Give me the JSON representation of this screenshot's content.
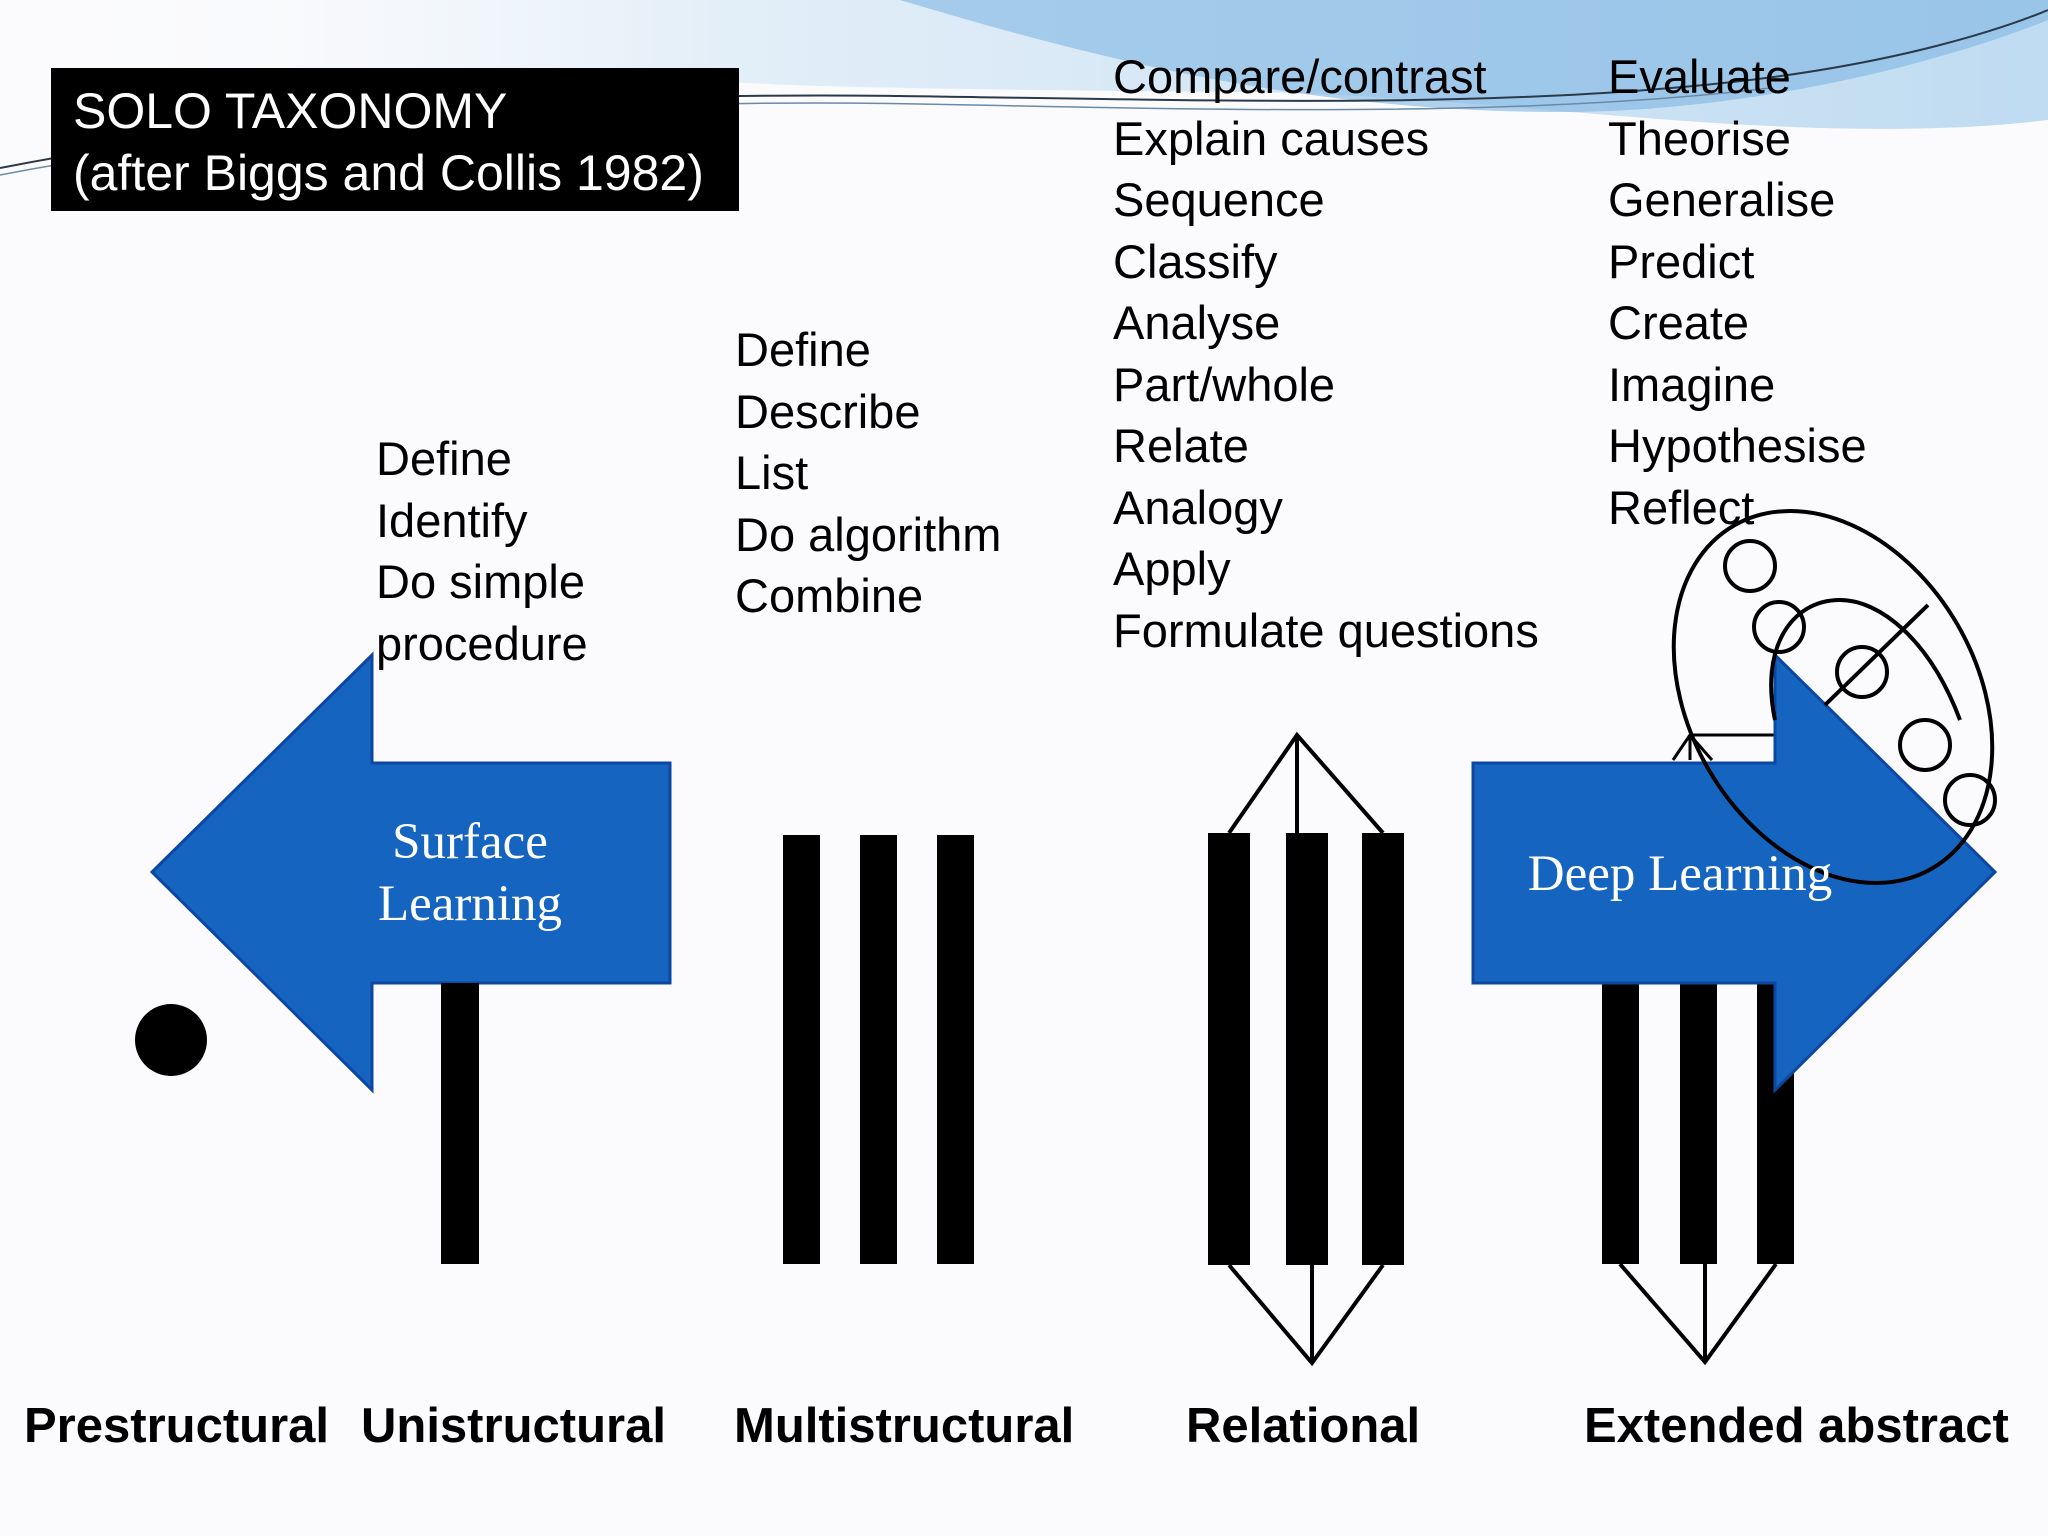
{
  "title": {
    "line1": "SOLO TAXONOMY",
    "line2": "(after Biggs and Collis 1982)"
  },
  "verbs": {
    "unistructural": [
      "Define",
      "Identify",
      "Do simple",
      "procedure"
    ],
    "multistructural": [
      "Define",
      "Describe",
      "List",
      "Do algorithm",
      "Combine"
    ],
    "relational": [
      "Compare/contrast",
      "Explain causes",
      "Sequence",
      "Classify",
      "Analyse",
      "Part/whole",
      "Relate",
      "Analogy",
      "Apply",
      "Formulate questions"
    ],
    "extended_abstract": [
      "Evaluate",
      "Theorise",
      "Generalise",
      "Predict",
      "Create",
      "Imagine",
      "Hypothesise",
      "Reflect"
    ]
  },
  "arrows": {
    "surface": {
      "line1": "Surface",
      "line2": "Learning"
    },
    "deep": {
      "label": "Deep Learning"
    }
  },
  "levels": {
    "prestructural": "Prestructural",
    "unistructural": "Unistructural",
    "multistructural": "Multistructural",
    "relational": "Relational",
    "extended_abstract": "Extended abstract"
  },
  "colors": {
    "arrow_fill": "#1565c0",
    "arrow_stroke": "#0d47a1",
    "bar": "#000000",
    "header_wave": "#9fcbea"
  }
}
